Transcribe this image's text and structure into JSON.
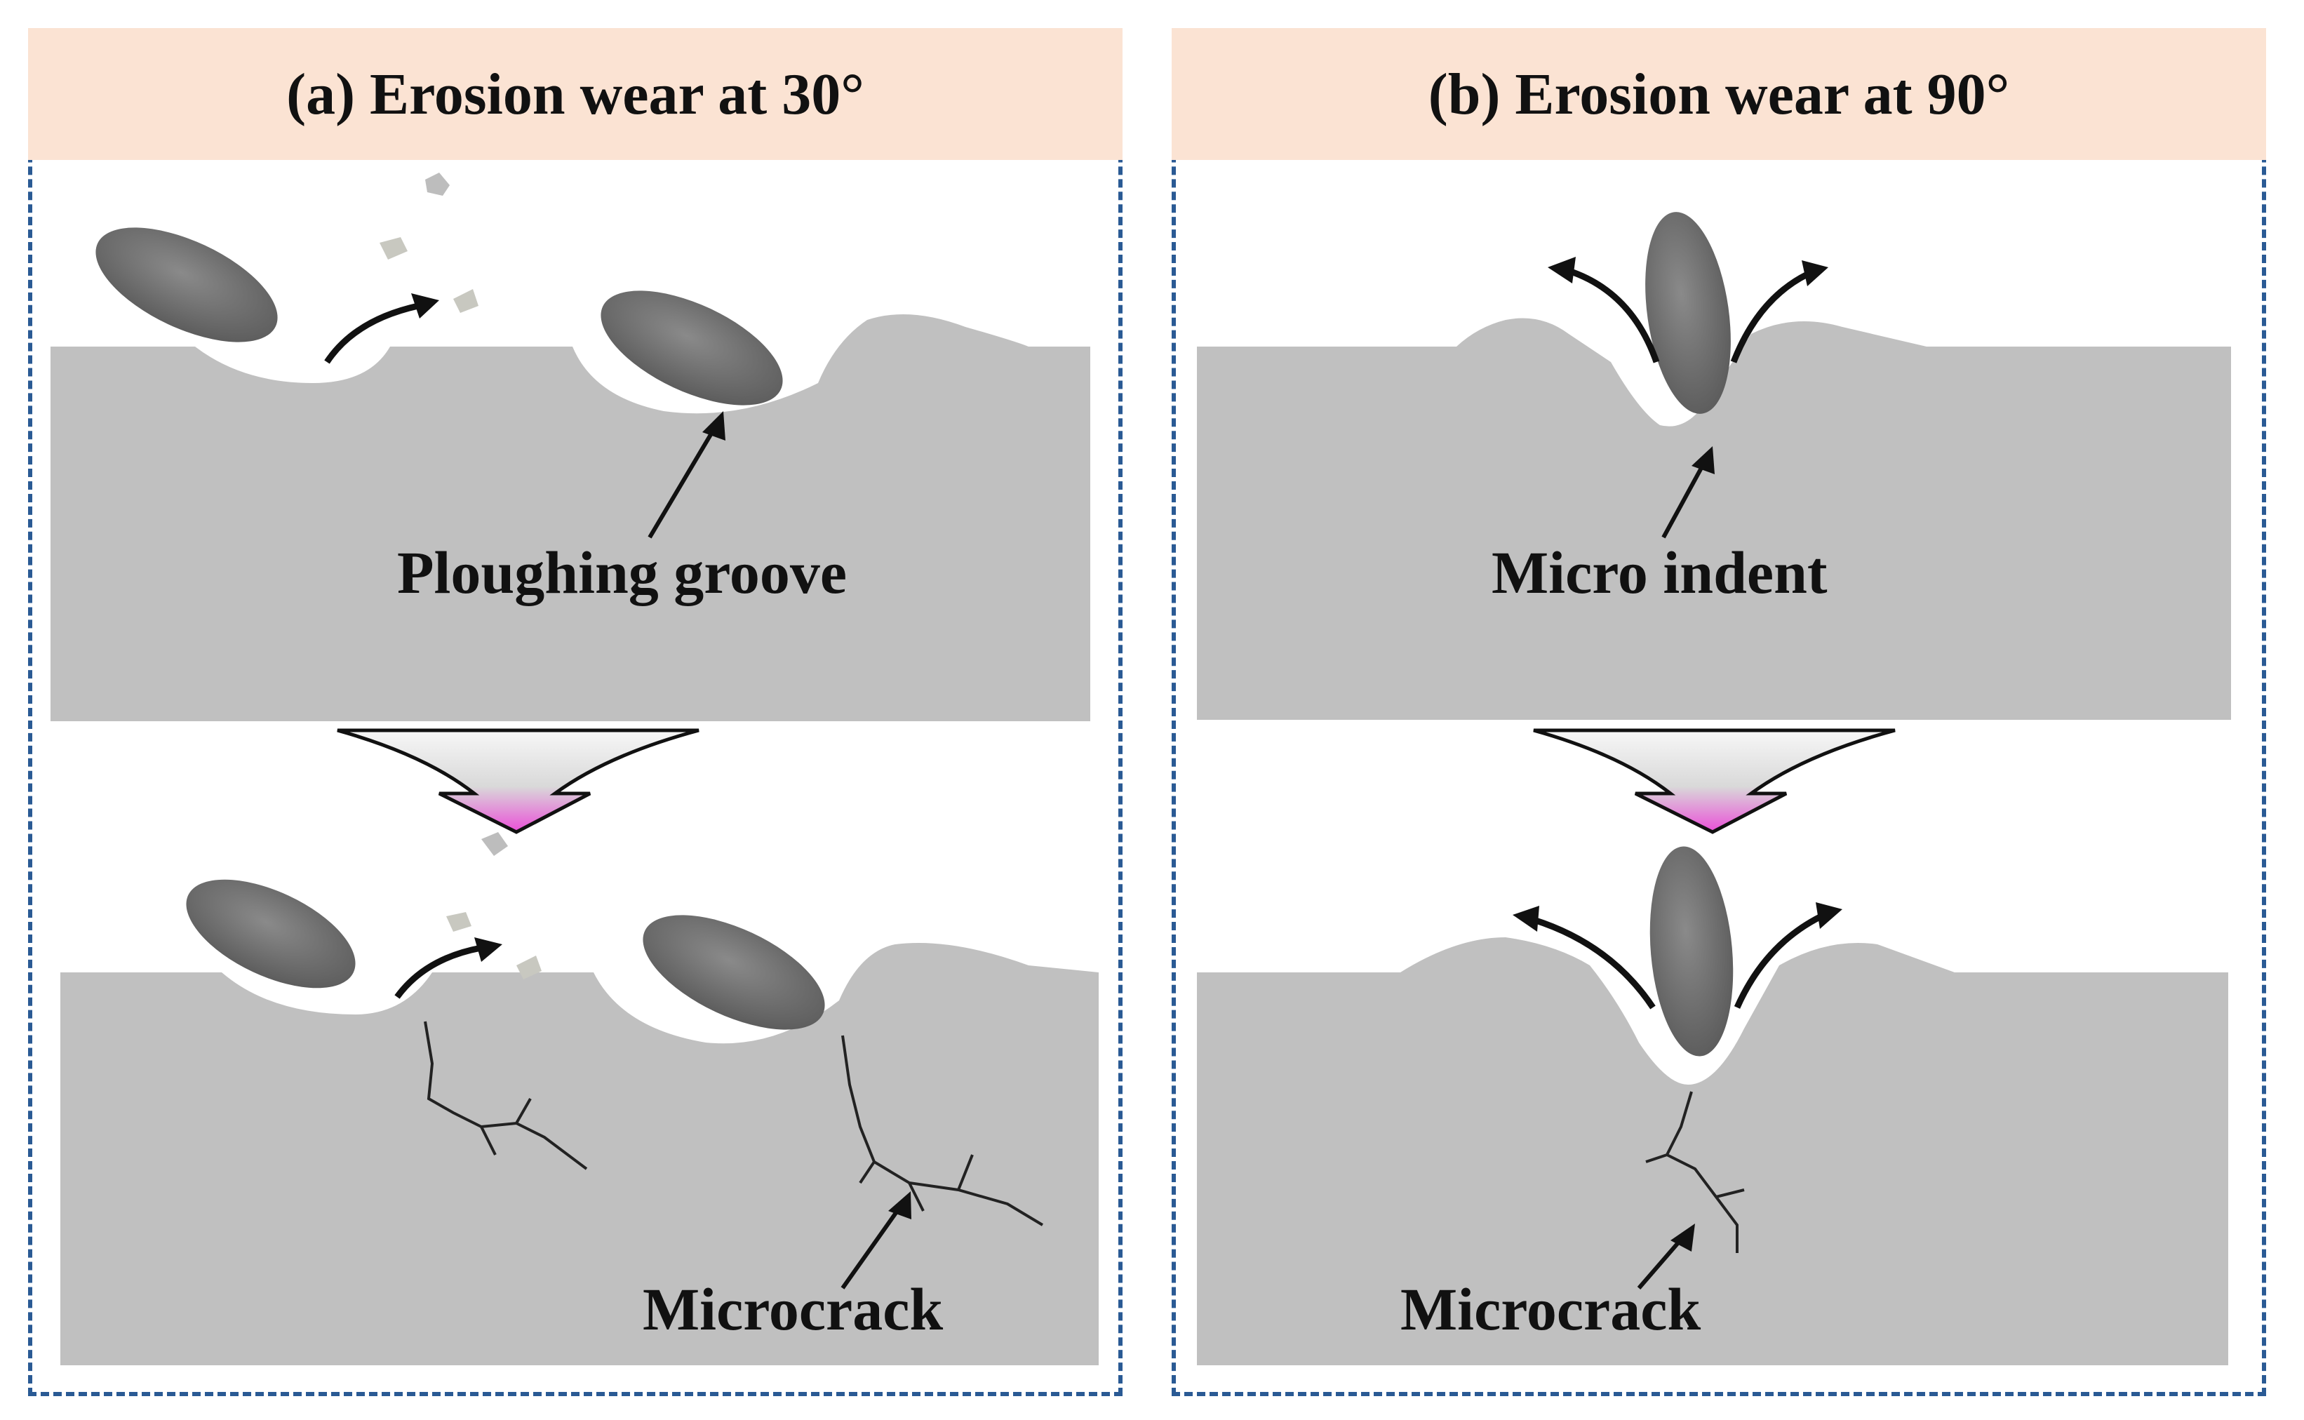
{
  "panels": {
    "a": {
      "title": "(a) Erosion wear at 30°",
      "label_top": "Ploughing groove",
      "label_bottom": "Microcrack"
    },
    "b": {
      "title": "(b) Erosion wear at 90°",
      "label_top": "Micro indent",
      "label_bottom": "Microcrack"
    }
  },
  "colors": {
    "header_fill": "#fbe3d3",
    "frame_border": "#2a5a94",
    "substrate": "#c0c0c0",
    "particle": "#707070",
    "arrow_gradient_top": "#f4f4f4",
    "arrow_gradient_bottom": "#e94fd6"
  }
}
